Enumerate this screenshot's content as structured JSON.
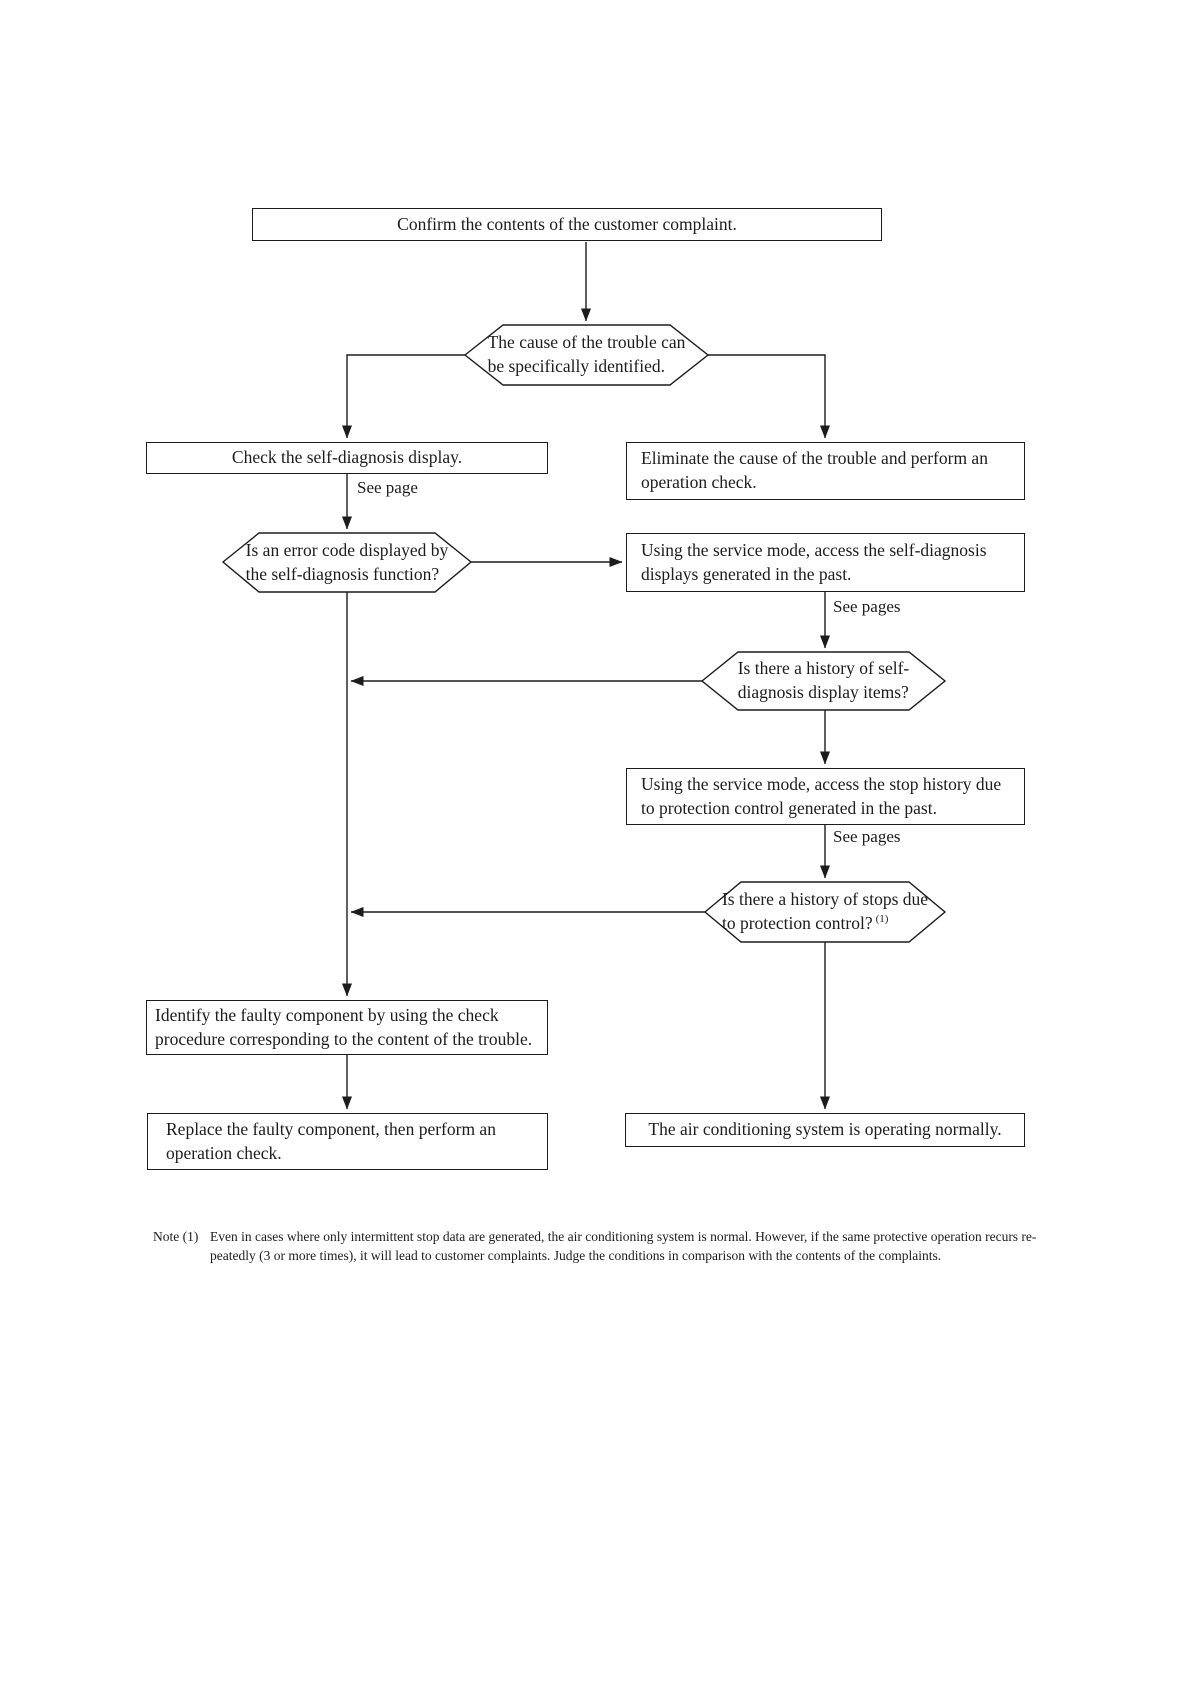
{
  "flowchart": {
    "nodes": {
      "confirm": {
        "text": "Confirm the contents of the customer complaint."
      },
      "cause_identified": {
        "line1": "The cause of the trouble can",
        "line2": "be specifically identified."
      },
      "check_display": {
        "text": "Check the self-diagnosis display."
      },
      "eliminate": {
        "line1": "Eliminate the cause of the trouble and perform an",
        "line2": "operation check."
      },
      "error_code": {
        "line1": "Is an error code displayed by",
        "line2": "the self-diagnosis function?"
      },
      "access_self_diagnosis": {
        "line1": "Using the service mode, access the self-diagnosis",
        "line2": "displays generated in the past."
      },
      "history_self_diagnosis": {
        "line1": "Is there a history of self-",
        "line2": "diagnosis display items?"
      },
      "access_stop_history": {
        "line1": "Using the service mode, access the stop history due",
        "line2": "to protection control generated in the past."
      },
      "history_stops": {
        "line1": "Is there a history of stops due",
        "line2_main": "to protection control?",
        "line2_sup": "(1)"
      },
      "identify_faulty": {
        "line1": "Identify the faulty component by using the check",
        "line2": "procedure corresponding to the content of the trouble."
      },
      "replace_faulty": {
        "line1": "Replace the faulty component, then perform an",
        "line2": "operation check."
      },
      "operating_normally": {
        "text": "The air conditioning system is operating normally."
      }
    },
    "labels": {
      "see_page": "See page",
      "see_pages_1": "See pages",
      "see_pages_2": "See pages"
    },
    "note": {
      "label": "Note (1)",
      "line1": "Even in cases where only intermittent stop data are generated, the air conditioning system is normal. However, if the same protective operation recurs re-",
      "line2": "peatedly (3 or more times), it will lead to customer complaints. Judge the conditions in comparison with the contents of the complaints."
    },
    "colors": {
      "line": "#1c1c1c",
      "background": "#ffffff",
      "text": "#1c1c1c"
    }
  }
}
